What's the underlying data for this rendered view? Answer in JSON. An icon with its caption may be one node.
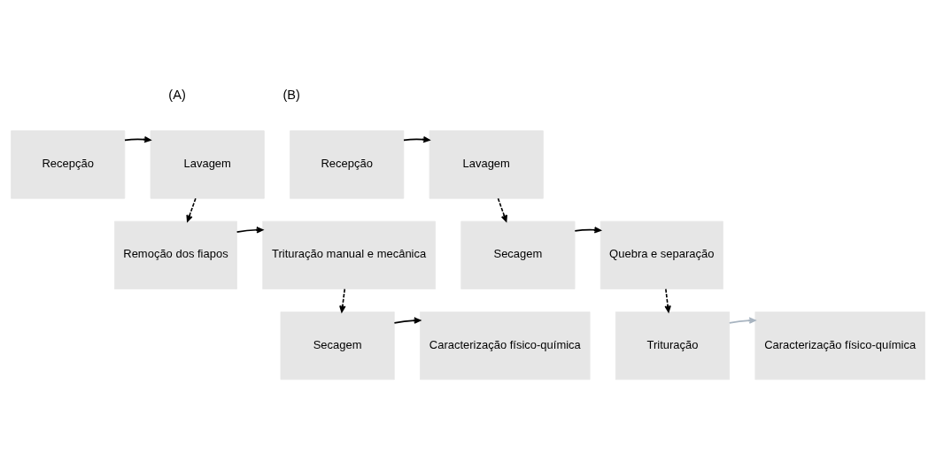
{
  "diagram": {
    "nodes": [
      {
        "text": [
          "Recepção"
        ]
      },
      {
        "text": [
          "Lavagem"
        ]
      },
      {
        "text": [
          "Remoção dos fiapos"
        ]
      },
      {
        "text": [
          "Trituração manual e mecânica"
        ]
      },
      {
        "text": [
          "Secagem"
        ]
      },
      {
        "text": [
          "Caracterização físico-química"
        ]
      },
      {
        "text": [
          "Recepção"
        ]
      },
      {
        "text": [
          "Lavagem"
        ]
      },
      {
        "text": [
          "Secagem"
        ]
      },
      {
        "text": [
          "Quebra e separação"
        ]
      },
      {
        "text": [
          "Trituração"
        ]
      },
      {
        "text": [
          "Caracterização físico-química"
        ]
      }
    ],
    "edges": [
      {
        "from": 0,
        "to": 1,
        "arrow": "to"
      },
      {
        "from": 1,
        "to": 2,
        "arrow": "to",
        "style": "dashed"
      },
      {
        "from": 2,
        "to": 3,
        "arrow": "to"
      },
      {
        "from": 3,
        "to": 4,
        "arrow": "to",
        "style": "dashed"
      },
      {
        "from": 4,
        "to": 5,
        "arrow": "to"
      },
      {
        "from": 6,
        "to": 7,
        "arrow": "to"
      },
      {
        "from": 7,
        "to": 8,
        "arrow": "to",
        "style": "dashed"
      },
      {
        "from": 8,
        "to": 9,
        "arrow": "to"
      },
      {
        "from": 9,
        "to": 10,
        "arrow": "to",
        "style": "dashed"
      },
      {
        "from": 10,
        "to": 11,
        "arrow": "to",
        "color": "#a8b4c0"
      }
    ],
    "labels": [
      "(A)",
      "(B)"
    ]
  }
}
